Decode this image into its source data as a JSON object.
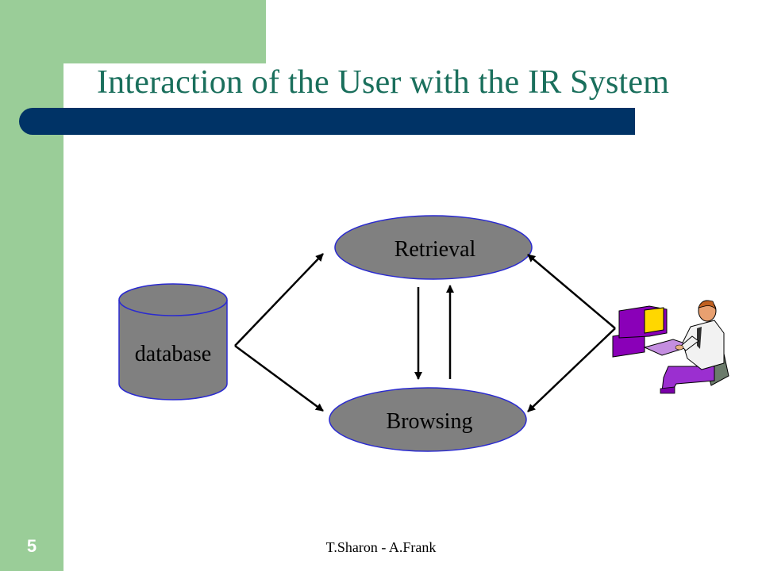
{
  "slide": {
    "title": "Interaction of the User with the IR System",
    "number": "5",
    "footer": "T.Sharon - A.Frank"
  },
  "diagram": {
    "nodes": {
      "database": "database",
      "retrieval": "Retrieval",
      "browsing": "Browsing"
    },
    "colors": {
      "node_fill": "#808080",
      "ellipse_stroke": "#2a2ad0",
      "title_bar": "#003366",
      "accent_green": "#9acd98",
      "title_text": "#1a6f5c"
    },
    "user_icon": "user-at-computer-icon"
  }
}
